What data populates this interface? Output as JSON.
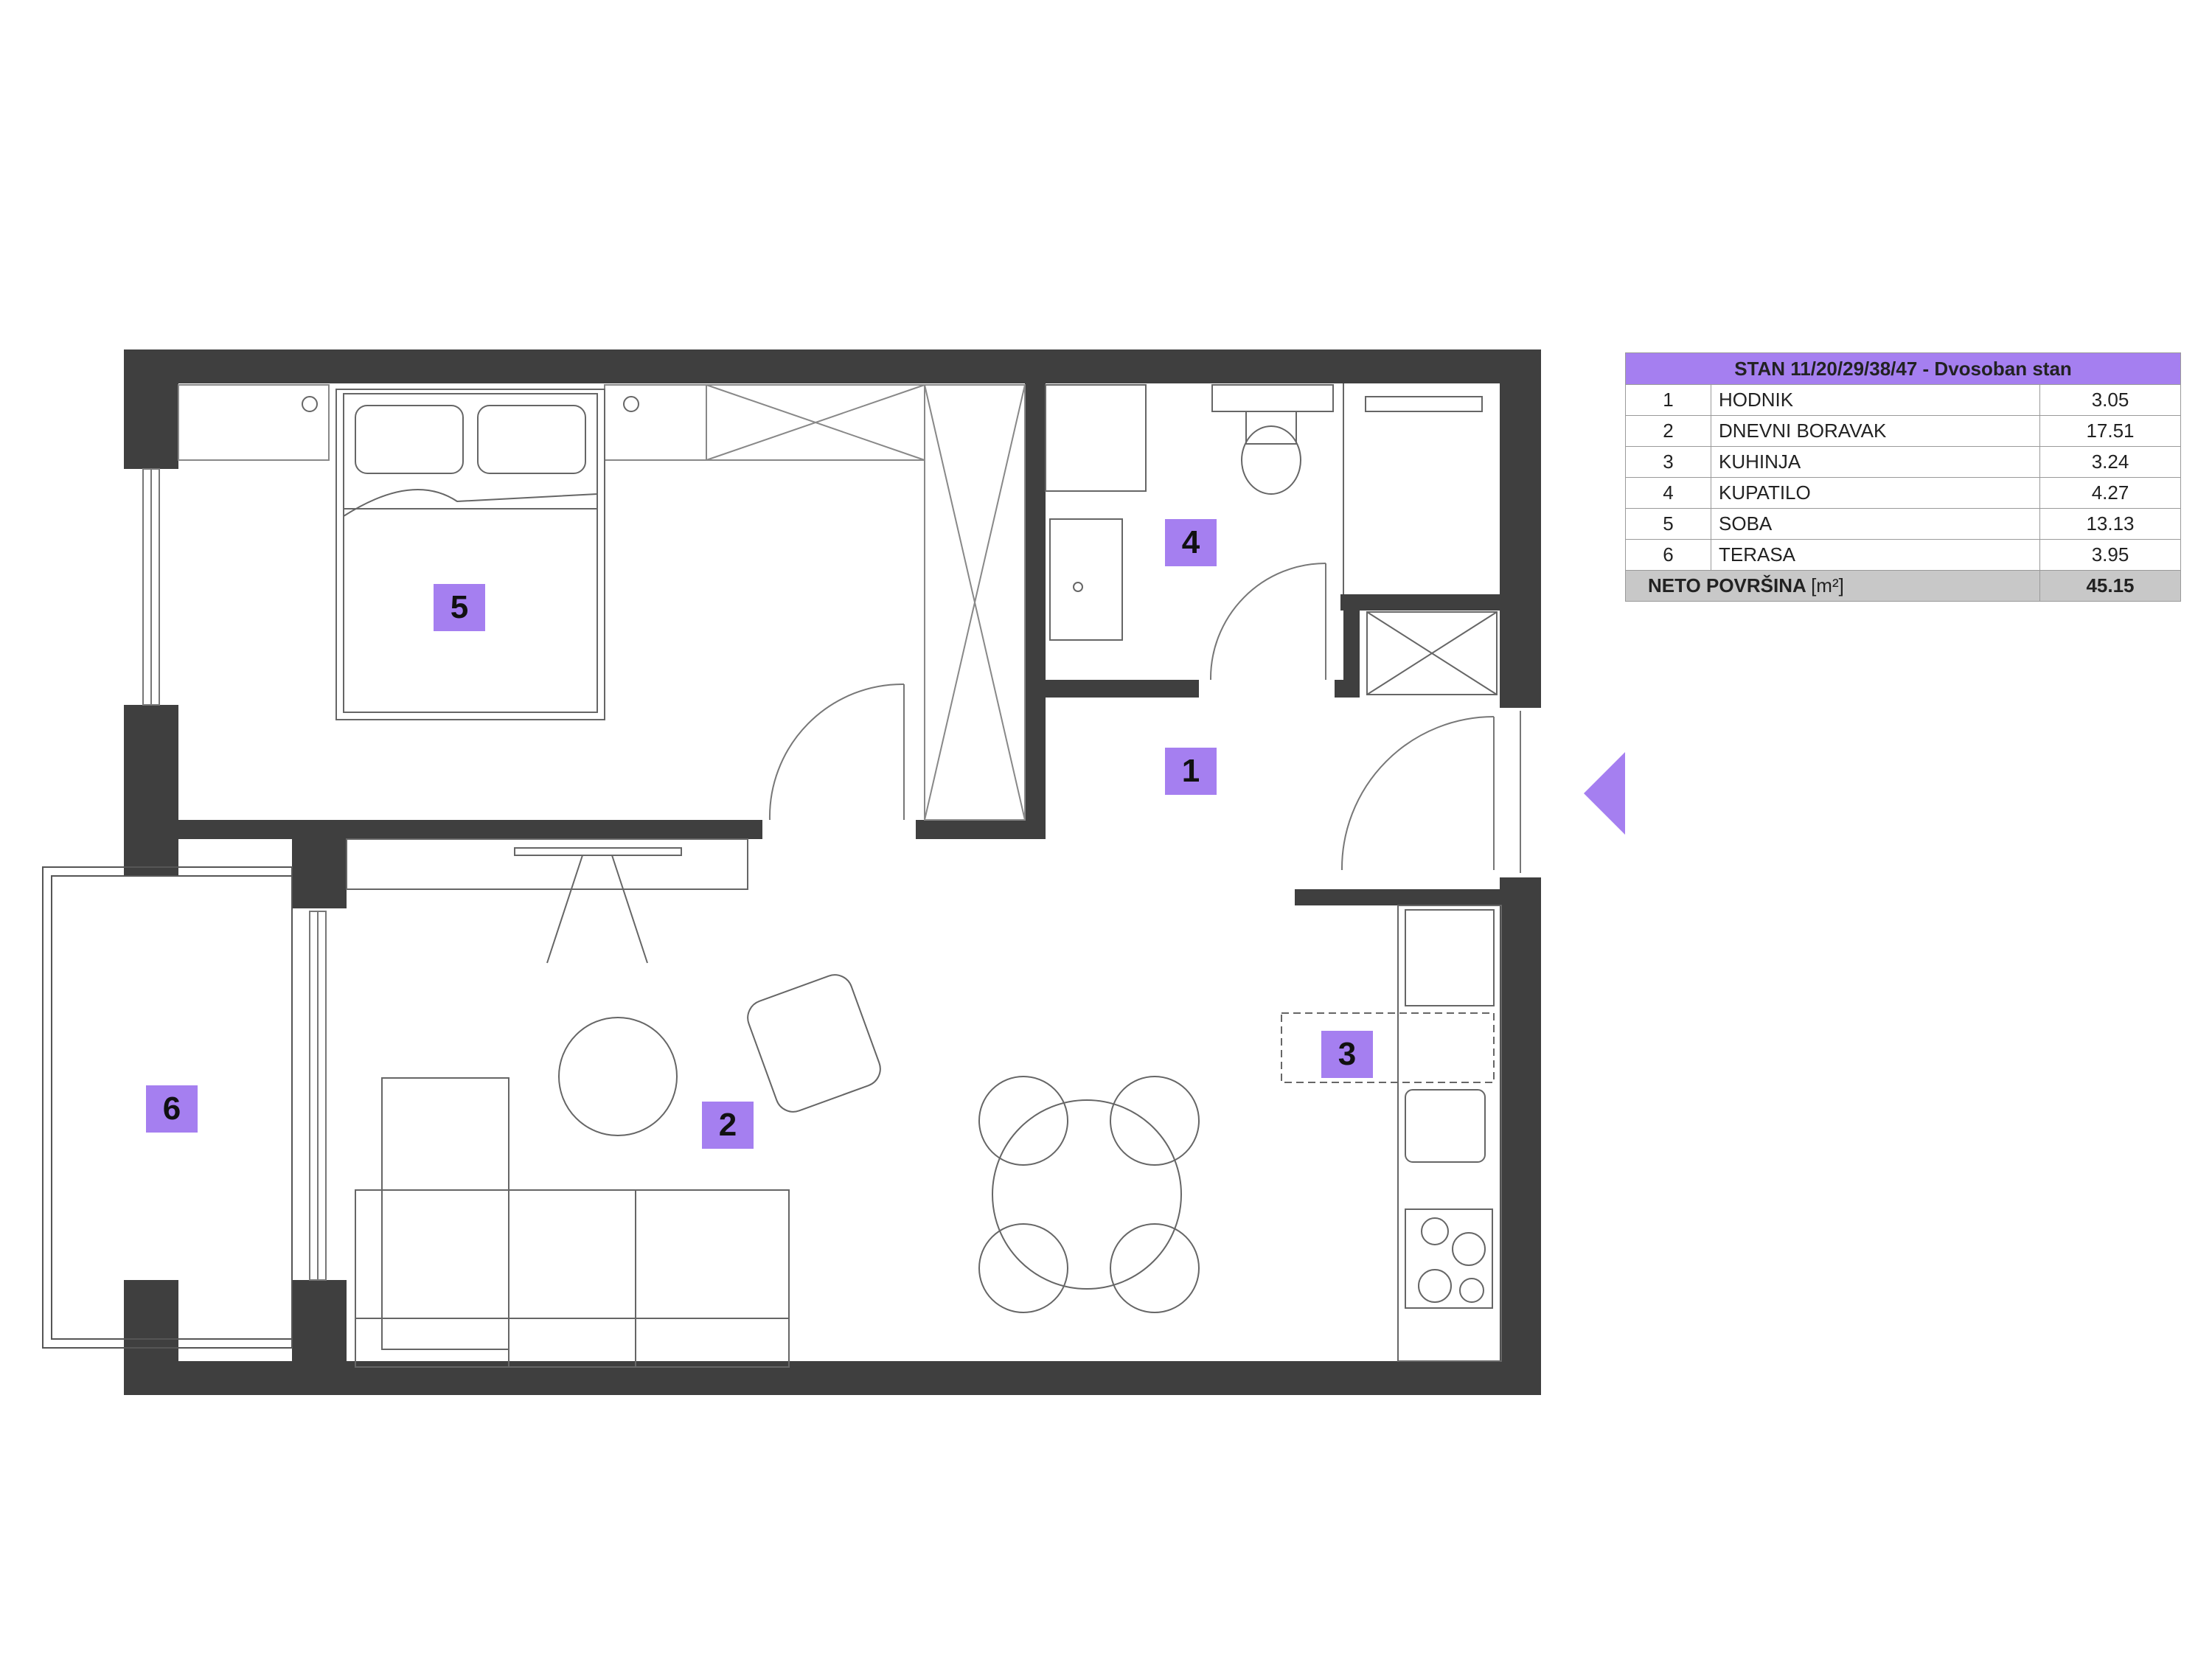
{
  "colors": {
    "accent": "#a57ff0",
    "wall": "#3f3f3f",
    "line": "#555555",
    "total_row_bg": "#c8c8c8"
  },
  "rooms": [
    {
      "id": "1",
      "label": "1"
    },
    {
      "id": "2",
      "label": "2"
    },
    {
      "id": "3",
      "label": "3"
    },
    {
      "id": "4",
      "label": "4"
    },
    {
      "id": "5",
      "label": "5"
    },
    {
      "id": "6",
      "label": "6"
    }
  ],
  "legend": {
    "title": "STAN 11/20/29/38/47 - Dvosoban stan",
    "rows": [
      {
        "num": "1",
        "name": "HODNIK",
        "area": "3.05"
      },
      {
        "num": "2",
        "name": "DNEVNI BORAVAK",
        "area": "17.51"
      },
      {
        "num": "3",
        "name": "KUHINJA",
        "area": "3.24"
      },
      {
        "num": "4",
        "name": "KUPATILO",
        "area": "4.27"
      },
      {
        "num": "5",
        "name": "SOBA",
        "area": "13.13"
      },
      {
        "num": "6",
        "name": "TERASA",
        "area": "3.95"
      }
    ],
    "total_label": "NETO POVRŠINA",
    "total_unit": "[m²]",
    "total_area": "45.15"
  },
  "icons": {
    "entrance": "entrance-arrow-icon"
  }
}
